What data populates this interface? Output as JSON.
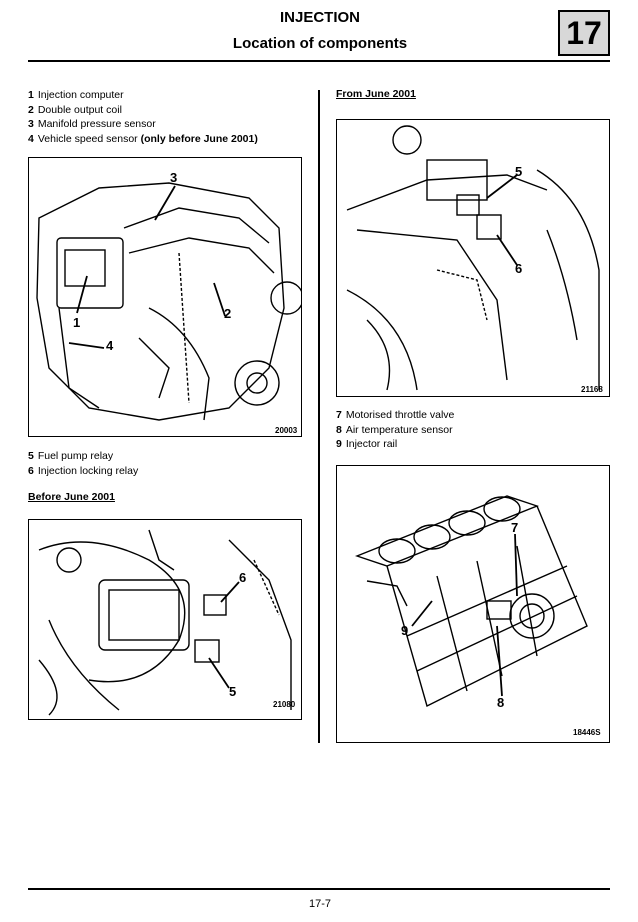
{
  "header": {
    "title": "INJECTION",
    "subtitle": "Location of components",
    "chapter": "17"
  },
  "legend_top": [
    {
      "num": "1",
      "text": "Injection computer",
      "note": ""
    },
    {
      "num": "2",
      "text": "Double output coil",
      "note": ""
    },
    {
      "num": "3",
      "text": "Manifold pressure sensor",
      "note": ""
    },
    {
      "num": "4",
      "text": "Vehicle speed sensor ",
      "note": "(only before June 2001)"
    }
  ],
  "legend_relays": [
    {
      "num": "5",
      "text": "Fuel pump relay"
    },
    {
      "num": "6",
      "text": "Injection locking relay"
    }
  ],
  "legend_throttle": [
    {
      "num": "7",
      "text": "Motorised throttle valve"
    },
    {
      "num": "8",
      "text": "Air temperature sensor"
    },
    {
      "num": "9",
      "text": "Injector rail"
    }
  ],
  "sections": {
    "before": "Before June 2001",
    "from": "From June 2001"
  },
  "figures": {
    "engine": {
      "ref": "20003",
      "callouts": [
        "3",
        "2",
        "1",
        "4"
      ]
    },
    "relays_before": {
      "ref": "21080",
      "callouts": [
        "6",
        "5"
      ]
    },
    "relays_from": {
      "ref": "21168",
      "callouts": [
        "5",
        "6"
      ]
    },
    "manifold": {
      "ref": "18446S",
      "callouts": [
        "7",
        "9",
        "8"
      ]
    }
  },
  "footer": {
    "page": "17-7"
  }
}
